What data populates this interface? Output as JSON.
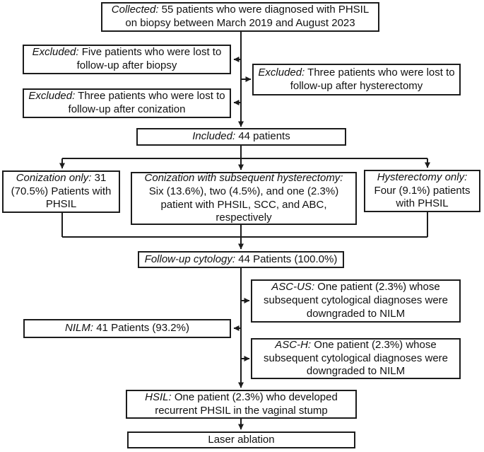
{
  "diagram": {
    "type": "flowchart",
    "colors": {
      "border": "#1c1c1c",
      "text": "#111111",
      "background": "#ffffff"
    },
    "boxes": {
      "collected": {
        "label": "Collected:",
        "text": " 55 patients who were diagnosed with PHSIL on biopsy between March 2019 and August 2023"
      },
      "excluded_biopsy": {
        "label": "Excluded:",
        "text": " Five patients who were lost to follow-up after biopsy"
      },
      "excluded_hysterectomy": {
        "label": "Excluded:",
        "text": " Three patients who were lost to follow-up after hysterectomy"
      },
      "excluded_conization": {
        "label": "Excluded:",
        "text": " Three patients who were lost to follow-up after conization"
      },
      "included": {
        "label": "Included:",
        "text": " 44 patients"
      },
      "conization_only": {
        "label": "Conization only:",
        "text": " 31 (70.5%) Patients with PHSIL"
      },
      "conization_with_hysterectomy": {
        "label": "Conization with subsequent hysterectomy:",
        "text": " Six (13.6%), two (4.5%), and one (2.3%) patient with PHSIL, SCC, and ABC, respectively"
      },
      "hysterectomy_only": {
        "label": "Hysterectomy only:",
        "text": " Four (9.1%) patients with PHSIL"
      },
      "followup_cytology": {
        "label": "Follow-up cytology:",
        "text": " 44 Patients (100.0%)"
      },
      "asc_us": {
        "label": "ASC-US:",
        "text": " One patient (2.3%) whose subsequent cytological diagnoses were downgraded to NILM"
      },
      "nilm": {
        "label": "NILM:",
        "text": " 41 Patients (93.2%)"
      },
      "asc_h": {
        "label": "ASC-H:",
        "text": " One patient (2.3%) whose subsequent cytological diagnoses were downgraded to NILM"
      },
      "hsil": {
        "label": "HSIL:",
        "text": " One patient (2.3%) who developed recurrent PHSIL in the vaginal stump"
      },
      "laser_ablation": {
        "label": "",
        "text": "Laser ablation"
      }
    }
  }
}
